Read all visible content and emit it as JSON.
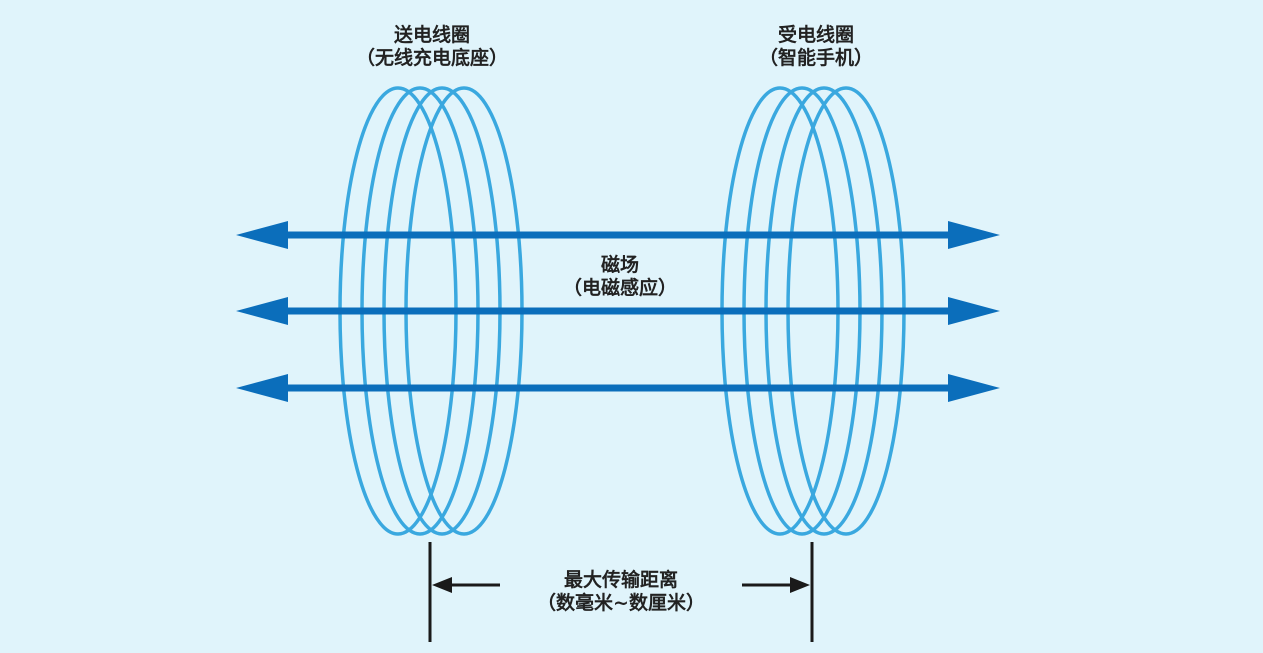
{
  "diagram": {
    "colors": {
      "background": "#e0f4fb",
      "coil": "#3aa8df",
      "arrow": "#0b6ebb",
      "dimension": "#1a1a1a",
      "text": "#222222"
    },
    "transmitter": {
      "title": "送电线圈",
      "subtitle": "（无线充电底座）"
    },
    "receiver": {
      "title": "受电线圈",
      "subtitle": "（智能手机）"
    },
    "field": {
      "title": "磁场",
      "subtitle": "（电磁感应）"
    },
    "distance": {
      "title": "最大传输距离",
      "subtitle": "（数毫米~数厘米）"
    }
  }
}
